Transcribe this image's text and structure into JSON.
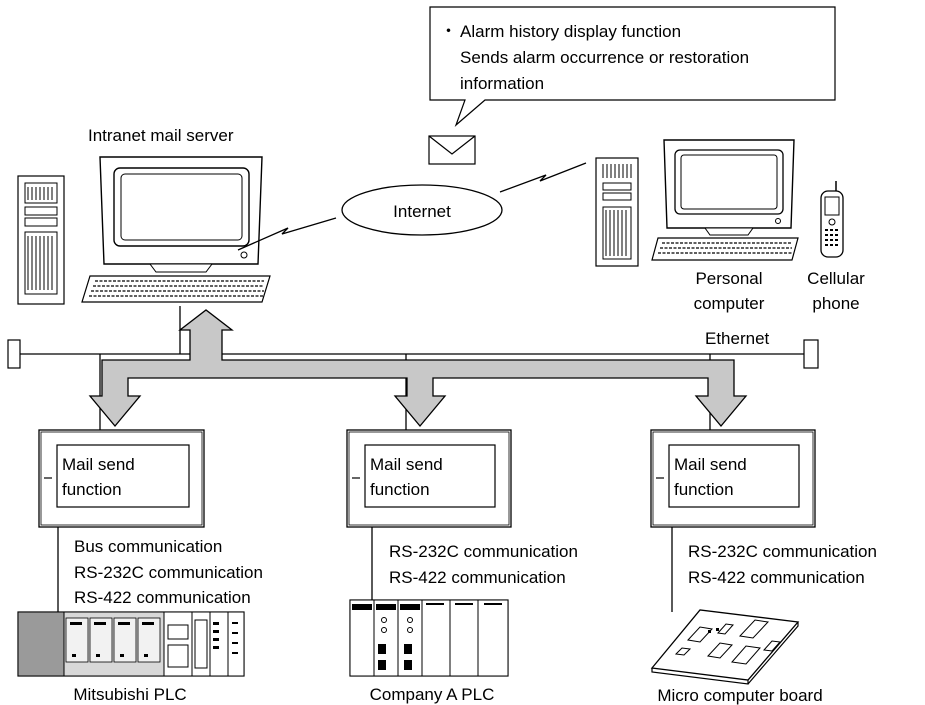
{
  "callout": {
    "bullet": "・",
    "line1": "Alarm history display function",
    "line2": "Sends alarm occurrence or restoration",
    "line3": "information"
  },
  "mail_server_label": "Intranet mail server",
  "internet_label": "Internet",
  "pc_label": [
    "Personal",
    "computer"
  ],
  "phone_label": [
    "Cellular",
    "phone"
  ],
  "ethernet_label": "Ethernet",
  "gots": [
    {
      "title": [
        "Mail send",
        "function"
      ],
      "comms": [
        "Bus communication",
        "RS-232C communication",
        "RS-422 communication"
      ],
      "device_label": "Mitsubishi PLC"
    },
    {
      "title": [
        "Mail send",
        "function"
      ],
      "comms": [
        "RS-232C communication",
        "RS-422 communication"
      ],
      "device_label": "Company A PLC"
    },
    {
      "title": [
        "Mail send",
        "function"
      ],
      "comms": [
        "RS-232C communication",
        "RS-422 communication"
      ],
      "device_label": "Micro computer board"
    }
  ],
  "colors": {
    "arrow_fill": "#c8c8c8",
    "plc_dark": "#9a9a9a",
    "line": "#000000"
  }
}
